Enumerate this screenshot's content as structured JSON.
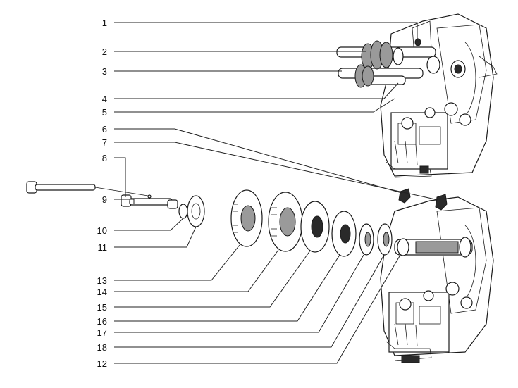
{
  "callouts": [
    {
      "key": "c1",
      "number": "1"
    },
    {
      "key": "c2",
      "number": "2"
    },
    {
      "key": "c3",
      "number": "3"
    },
    {
      "key": "c4",
      "number": "4"
    },
    {
      "key": "c5",
      "number": "5"
    },
    {
      "key": "c6",
      "number": "6"
    },
    {
      "key": "c7",
      "number": "7"
    },
    {
      "key": "c8",
      "number": "8"
    },
    {
      "key": "c9",
      "number": "9"
    },
    {
      "key": "c10",
      "number": "10"
    },
    {
      "key": "c11",
      "number": "11"
    },
    {
      "key": "c13",
      "number": "13"
    },
    {
      "key": "c14",
      "number": "14"
    },
    {
      "key": "c15",
      "number": "15"
    },
    {
      "key": "c16",
      "number": "16"
    },
    {
      "key": "c17",
      "number": "17"
    },
    {
      "key": "c18",
      "number": "18"
    },
    {
      "key": "c12",
      "number": "12"
    }
  ],
  "colors": {
    "ink": "#1a1a1a",
    "background": "#ffffff"
  }
}
